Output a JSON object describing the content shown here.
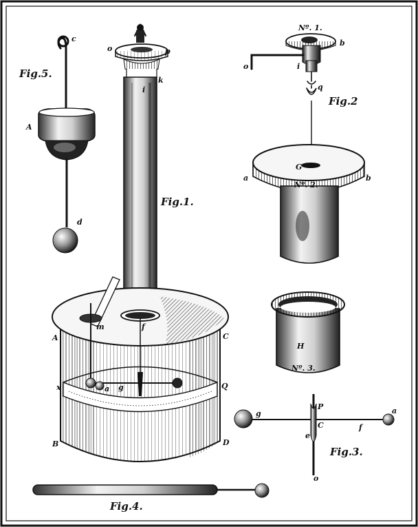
{
  "figures": {
    "fig1": "Fig.1.",
    "fig2": "Fig.2",
    "fig3": "Fig.3.",
    "fig4": "Fig.4.",
    "fig5": "Fig.5."
  },
  "letters": {
    "fig5_c": "c",
    "fig5_A": "A",
    "fig5_d": "d",
    "fig1_o": "o",
    "fig1_p": "p",
    "fig1_k": "k",
    "fig1_i": "i",
    "fig1_f": "f",
    "fig1_A": "A",
    "fig1_C": "C",
    "fig1_m": "m",
    "fig1_x": "x",
    "fig1_Q": "Q",
    "fig1_B": "B",
    "fig1_D": "D",
    "fig1_a": "a",
    "fig1_g": "g",
    "fig2_no1": "Nº. 1.",
    "fig2_b1": "b",
    "fig2_o": "o",
    "fig2_i": "i",
    "fig2_q": "q",
    "fig2_G": "G",
    "fig2_a": "a",
    "fig2_b2": "b",
    "fig2_no2": "Nº. 2.",
    "figH_H": "H",
    "figH_no": "Nº. 3.",
    "fig3_g": "g",
    "fig3_P": "P",
    "fig3_C": "C",
    "fig3_a": "a",
    "fig3_f": "f",
    "fig3_e": "e",
    "fig3_o": "o"
  }
}
